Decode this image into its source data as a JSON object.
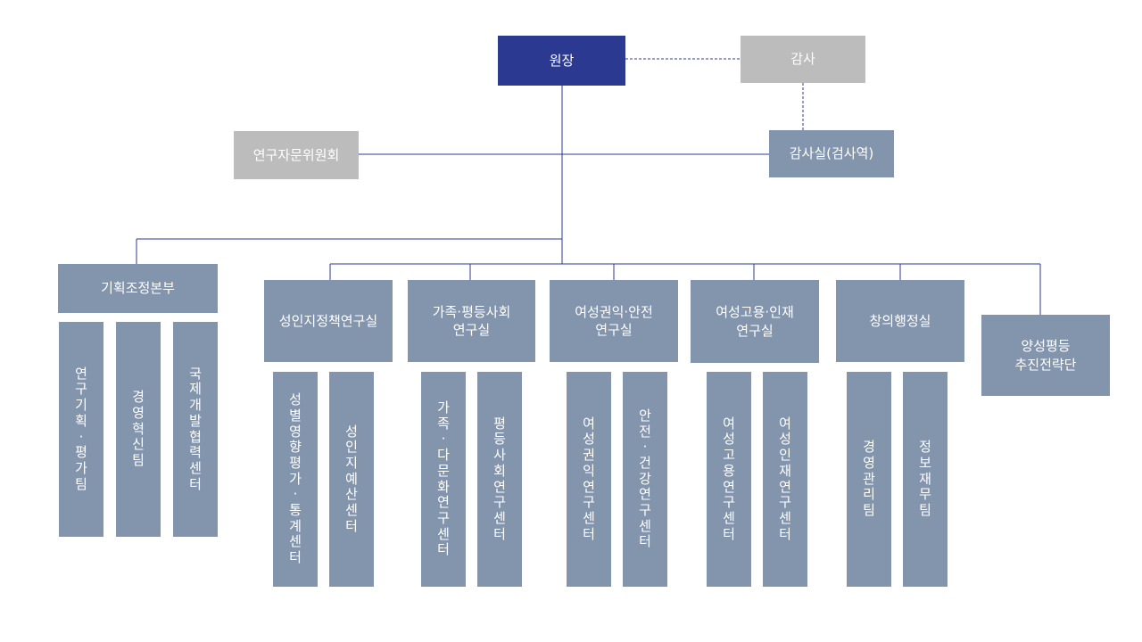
{
  "top": {
    "director": "원장",
    "auditor": "감사",
    "advisory": "연구자문위원회",
    "audit_office": "감사실(검사역)"
  },
  "units": {
    "planning": "기획조정본부",
    "gender_policy": "성인지정책연구실",
    "family": [
      "가족·평등사회",
      "연구실"
    ],
    "rights": [
      "여성권익·안전",
      "연구실"
    ],
    "employment": [
      "여성고용·인재",
      "연구실"
    ],
    "innovation": "창의행정실",
    "equality": [
      "양성평등",
      "추진전략단"
    ]
  },
  "teams": {
    "planning": [
      "연구기획·평가팀",
      "경영혁신팀",
      "국제개발협력센터"
    ],
    "gender_policy": [
      "성별영향평가·통계센터",
      "성인지예산센터"
    ],
    "family": [
      "가족·다문화연구센터",
      "평등사회연구센터"
    ],
    "rights": [
      "여성권익연구센터",
      "안전·건강연구센터"
    ],
    "employment": [
      "여성고용연구센터",
      "여성인재연구센터"
    ],
    "innovation": [
      "경영관리팀",
      "정보재무팀"
    ]
  },
  "colors": {
    "director": "#2b3990",
    "gray_box": "#bcbcbc",
    "slate_box": "#8394ad",
    "line": "#2b3990"
  }
}
